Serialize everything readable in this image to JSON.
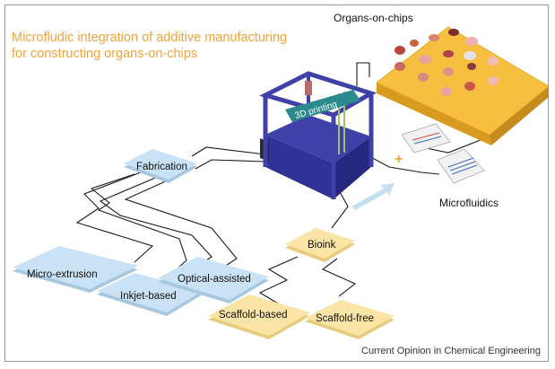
{
  "figure": {
    "title_line1": "Microfludic integration of additive manufacturing",
    "title_line2": "for constructing organs-on-chips",
    "credit": "Current Opinion in Chemical Engineering",
    "accent_color": "#f0a43a"
  },
  "nodes": {
    "organs_on_chips": "Organs-on-chips",
    "printer": "3D printing",
    "microfluidics": "Microfluidics",
    "fabrication": "Fabrication",
    "bioink": "Bioink",
    "micro_extrusion": "Micro-extrusion",
    "inkjet_based": "Inkjet-based",
    "optical_assisted": "Optical-assisted",
    "scaffold_based": "Scaffold-based",
    "scaffold_free": "Scaffold-free"
  },
  "colors": {
    "blue_tile": "#c9e2f5",
    "yellow_tile": "#fbe5a6",
    "chip_plate": "#f7bf3f",
    "printer_frame": "#3f41a8"
  },
  "icons": [
    "organ-icon",
    "plus-icon",
    "arrow-icon",
    "chip-icon"
  ]
}
